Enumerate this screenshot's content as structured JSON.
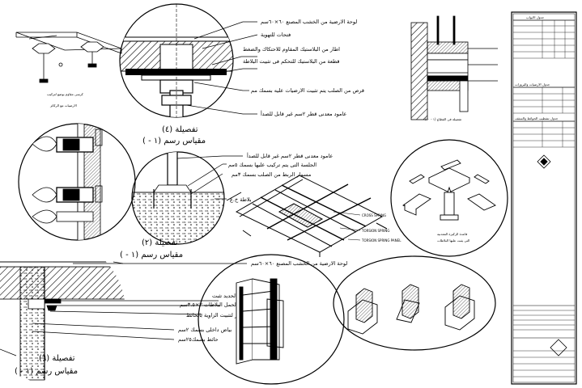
{
  "detail4": {
    "title": "تفصيلة (٤)",
    "scale": "مقياس رسم (١ - )",
    "notes": [
      "لوحة الارضية من الخشب المصنع ٦٠×٦٠سم",
      "فتحات للتهوية",
      "اطار من البلاستيك المقاوم للاحتكاك والضغط",
      "قطعة من البلاستيك للتحكم فى تثبيت البلاطة",
      "قرص من الصلب يتم تثبيت الارضيات عليه بسمك مم",
      "عامود معدنى قطر ٢سم غير قابل للصدأ"
    ]
  },
  "detail2": {
    "title": "تفصيلة (٢)",
    "scale": "مقياس رسم (١ - )",
    "notes": [
      "عامود معدنى قطر ٢سم غير قابل للصدأ",
      "الجلسة التى يتم تركيب عليها بسمك ٥مم",
      "مسمار الربط من الصلب بسمك ٣مم",
      "بلاطة خ.ع"
    ]
  },
  "detail6": {
    "title": "تفصيلة (٦)",
    "scale": "مقياس رسم (١ - )",
    "notes": [
      "لوحة الارضية من الخشب المصنع ٦٠×٦٠سم",
      "زوايه من الحديد تثبت",
      "بالبلاط لحمل البلاطات ٣×٣.٥سم",
      "مسمار لتثبيت الزاوية بالحائط",
      "بياض داخلى بسمك ٢سم",
      "حائط بسمك٢٥سم"
    ]
  },
  "topleft": {
    "label1": "كرسى مقاوم يوضع لتركيب",
    "label2": "الارضيات مع الركائز"
  },
  "grid": {
    "label1": "CROSS SPRING",
    "label2": "TORSION SPRING",
    "label3": "TORSION SPRING PANEL"
  },
  "pedestal": {
    "label1": "قاعدة الركيزة المعدنية",
    "label2": "التى يثبت عليها البلاطات"
  },
  "section": {
    "caption": "تفصيلة فى القطاع (١ - ١٠)"
  },
  "titleblock": {
    "header": "جدول الابواب",
    "table2_title": "جدول الارضيات والبروزات",
    "table3_title": "جدول تشطيب الحوائط والسقف"
  }
}
